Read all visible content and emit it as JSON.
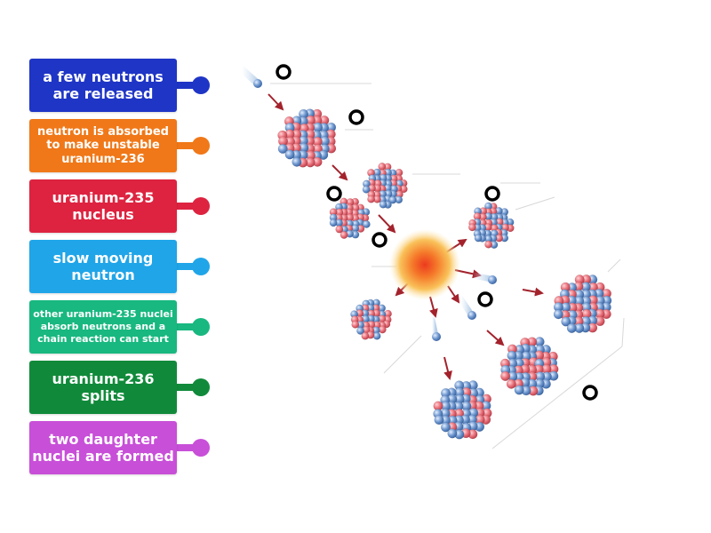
{
  "labels": [
    {
      "text": "a few neutrons are released",
      "color": "#1f35c6"
    },
    {
      "text": "neutron is absorbed to make unstable uranium-236",
      "color": "#f07818"
    },
    {
      "text": "uranium-235 nucleus",
      "color": "#dd2340"
    },
    {
      "text": "slow moving neutron",
      "color": "#20a5e8"
    },
    {
      "text": "other uranium-235 nuclei absorb neutrons and a chain reaction can start",
      "color": "#18b880"
    },
    {
      "text": "uranium-236 splits",
      "color": "#108a3a"
    },
    {
      "text": "two daughter nuclei are formed",
      "color": "#c84fd8"
    }
  ],
  "colors": {
    "proton": "#e8707a",
    "neutron_particle": "#6f97cf",
    "arrow": "#a3222c",
    "explosion_core": "#ec3a1e",
    "explosion_glow": "#f9c25a",
    "target_ring": "#000000"
  }
}
